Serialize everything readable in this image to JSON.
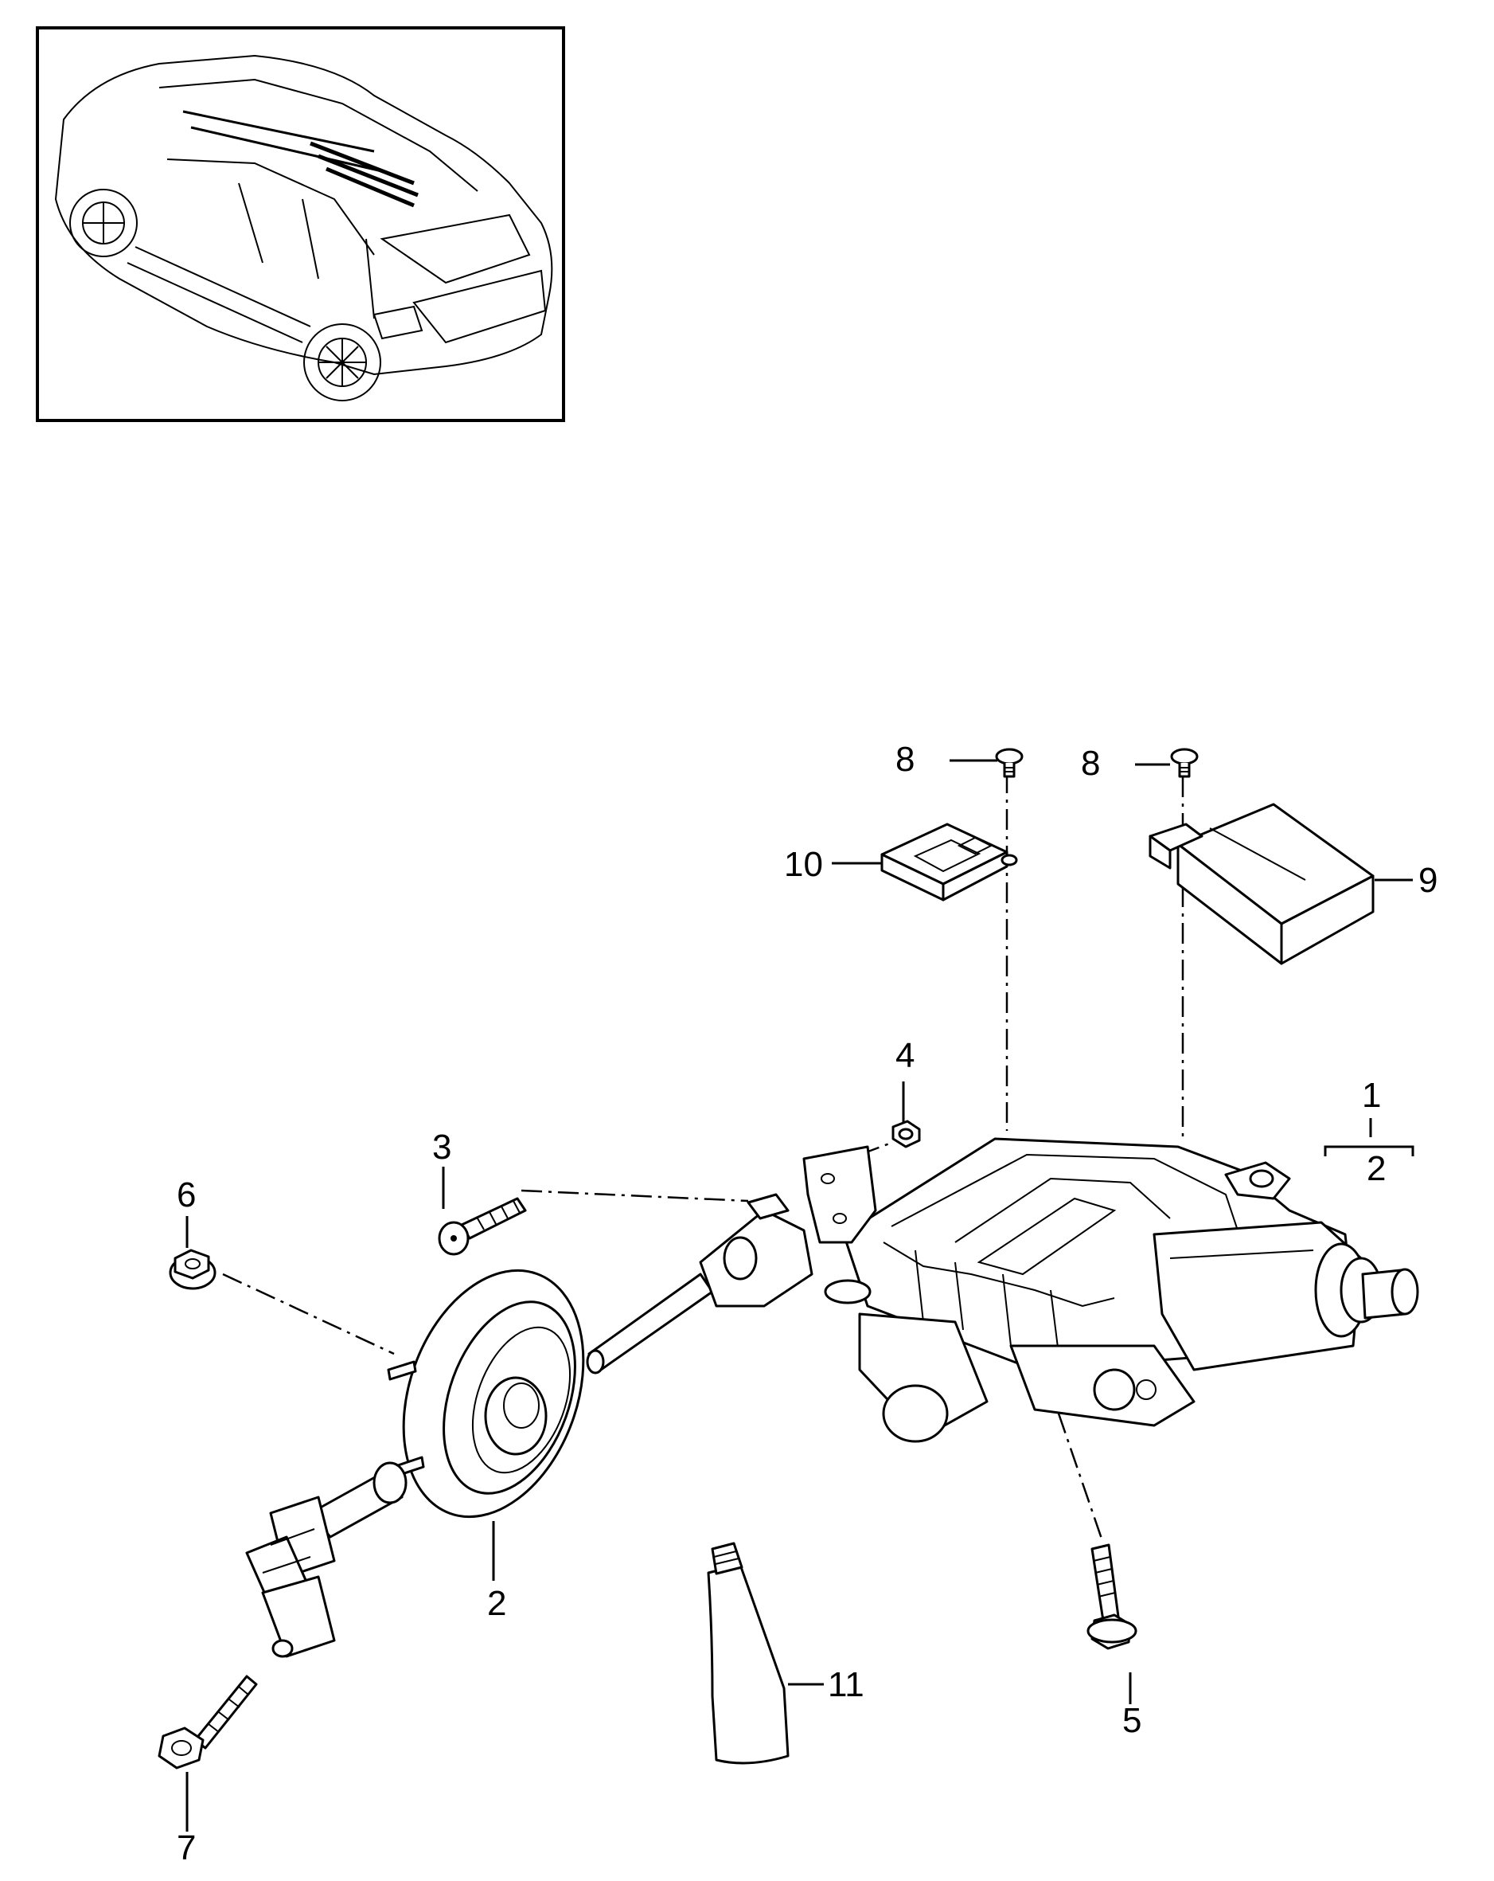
{
  "callouts": {
    "n1": "1",
    "n2": "2",
    "n2b": "2",
    "n3": "3",
    "n4": "4",
    "n5": "5",
    "n6": "6",
    "n7": "7",
    "n8a": "8",
    "n8b": "8",
    "n9": "9",
    "n10": "10",
    "n11": "11"
  }
}
